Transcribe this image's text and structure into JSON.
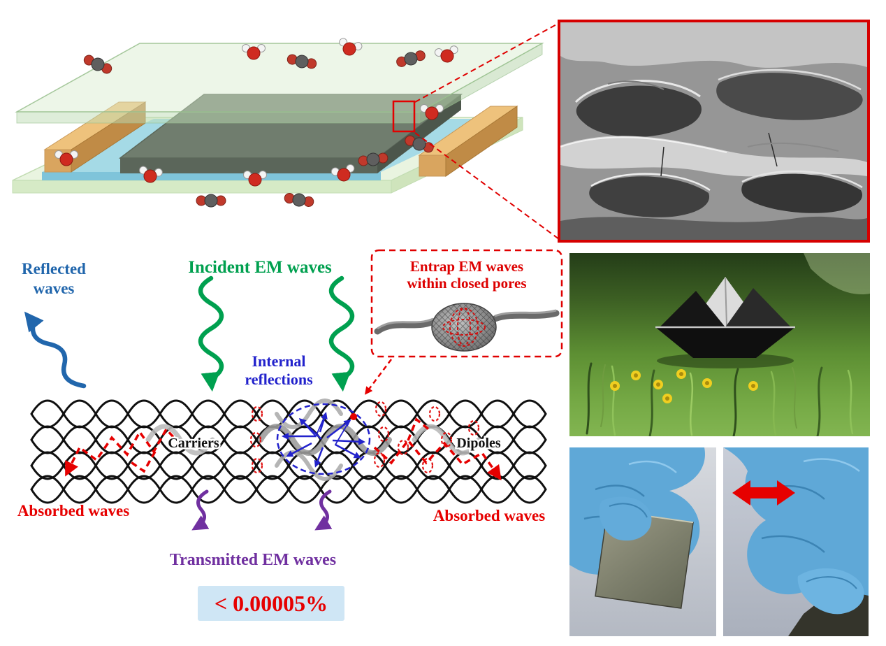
{
  "labels": {
    "reflected_line1": "Reflected",
    "reflected_line2": "waves",
    "incident": "Incident EM waves",
    "internal_line1": "Internal",
    "internal_line2": "reflections",
    "entrap_line1": "Entrap EM waves",
    "entrap_line2": "within closed pores",
    "carriers": "Carriers",
    "dipoles": "Dipoles",
    "absorbed_left": "Absorbed waves",
    "absorbed_right": "Absorbed waves",
    "transmitted": "Transmitted EM waves",
    "transmittance_value": "< 0.00005%"
  },
  "colors": {
    "incident_green": "#00a04f",
    "reflected_blue": "#2166ac",
    "internal_blue": "#2222cc",
    "absorbed_red": "#e60000",
    "transmitted_purple": "#7030a0",
    "entrap_red": "#dd0000",
    "label_black": "#111111",
    "transmittance_bg": "#cfe6f5",
    "sem_border_red": "#d60000",
    "glove_blue": "#5fa8d7",
    "mesh_black": "#0f0f0f"
  }
}
